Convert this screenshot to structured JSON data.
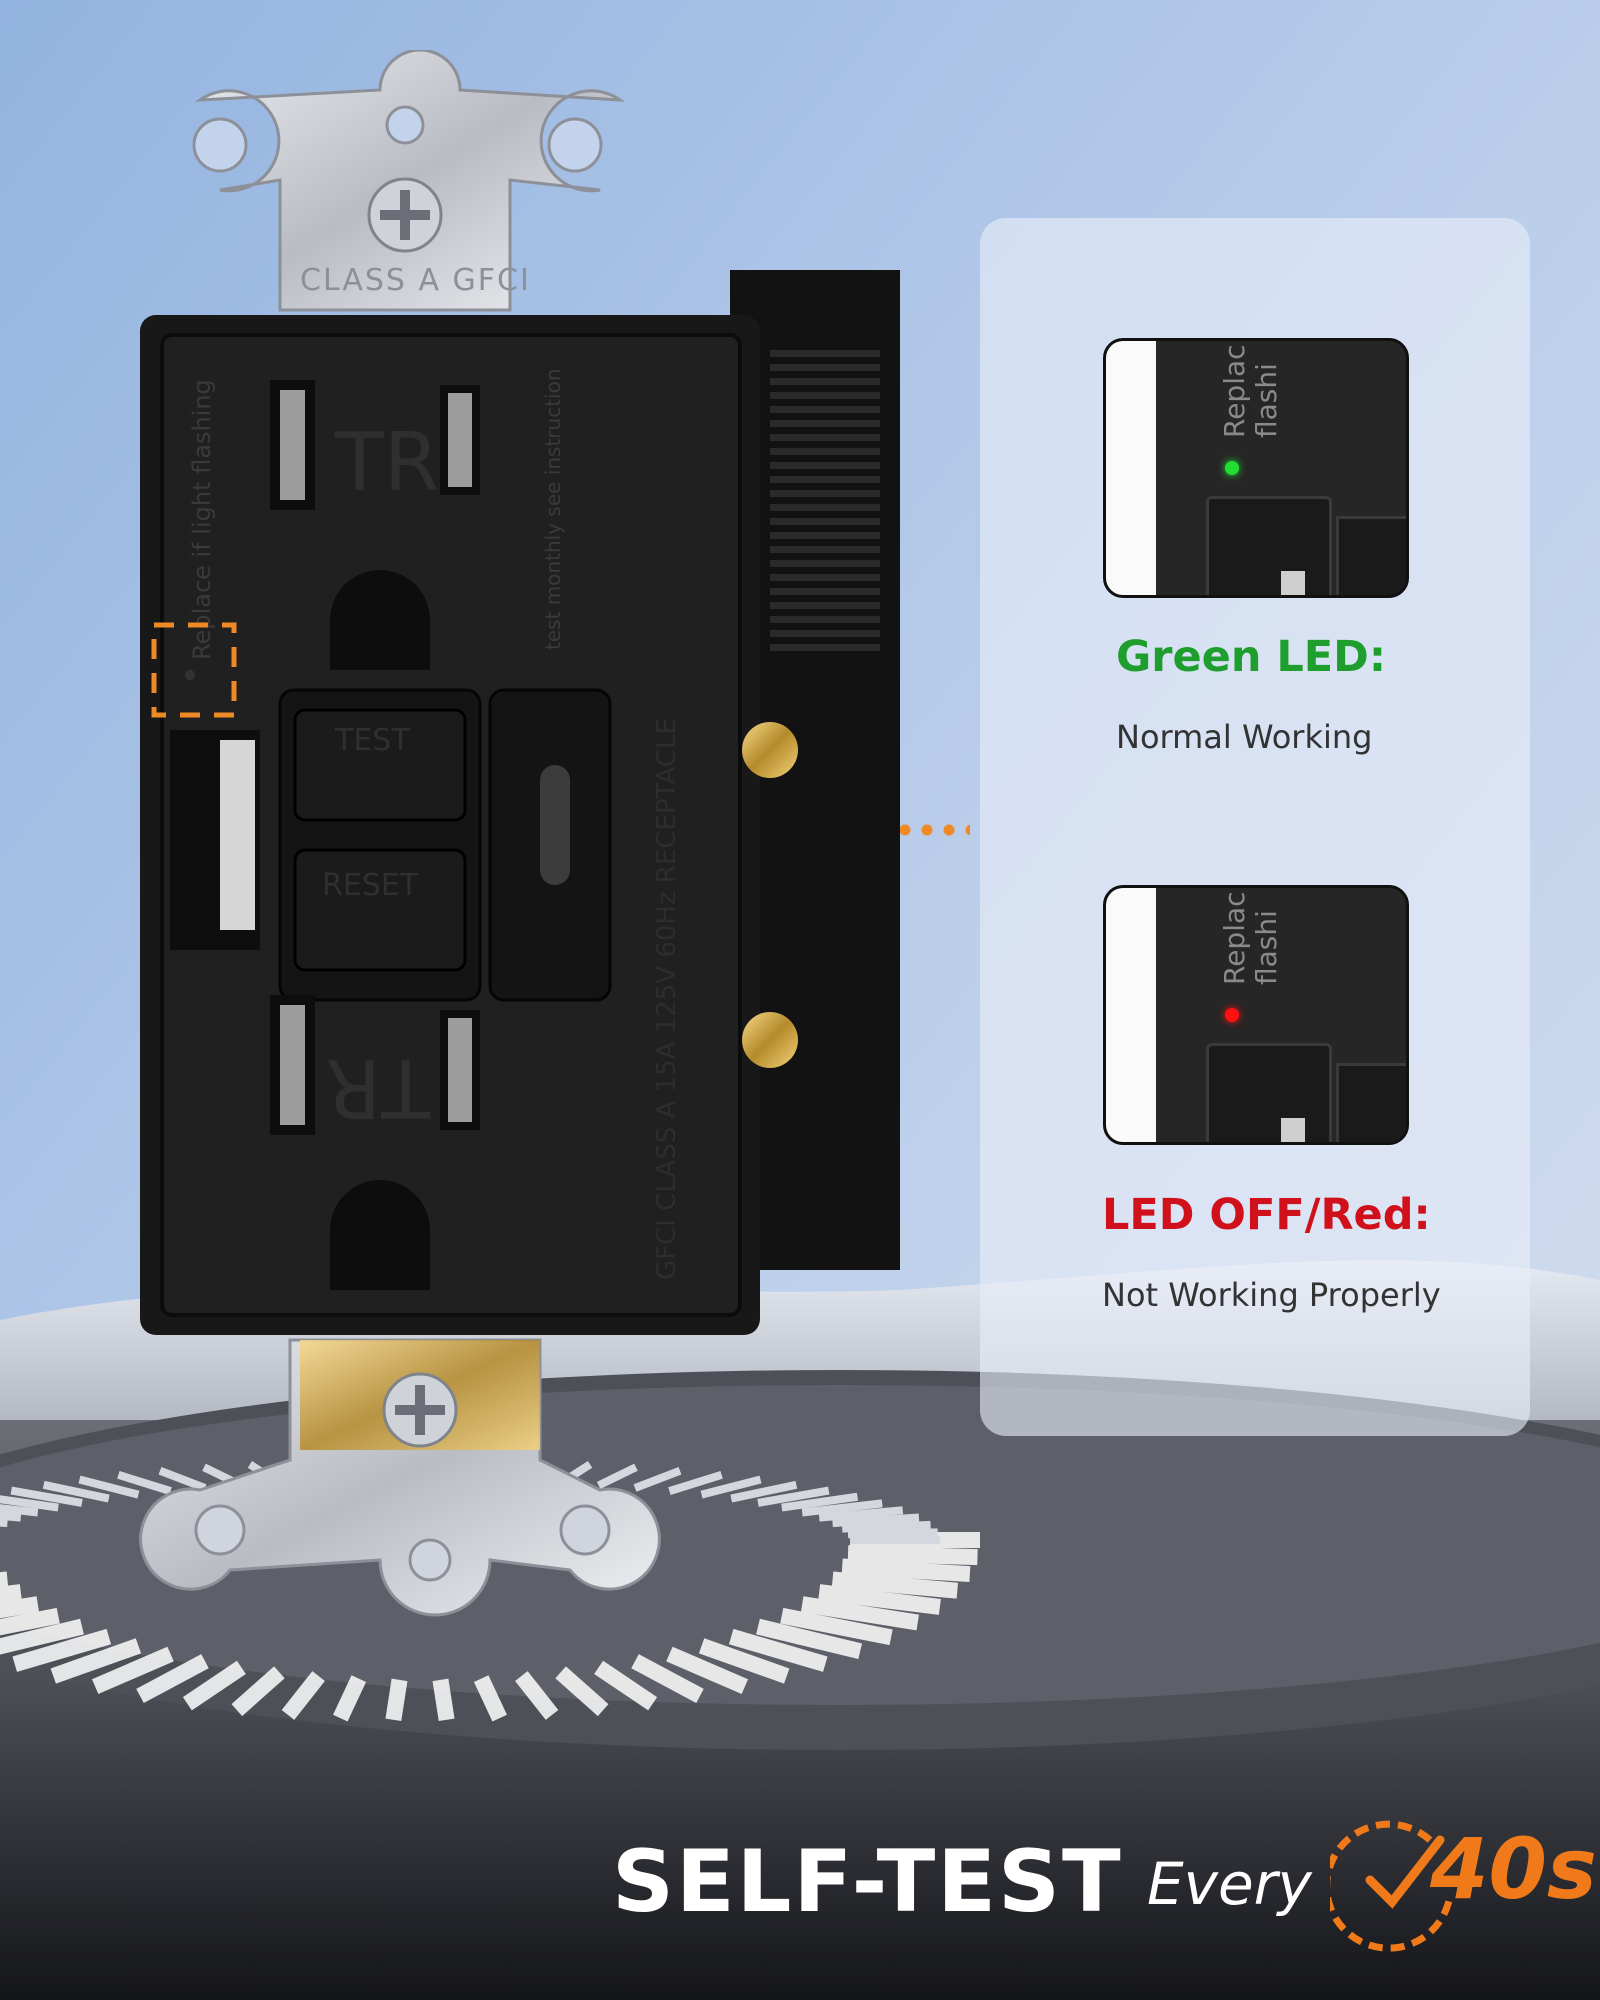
{
  "device": {
    "plate_text": "CLASS A GFCI",
    "outlet_top_label": "TR",
    "outlet_bottom_label": "TR",
    "test_button": "TEST",
    "reset_button": "RESET",
    "side_text_left": "Replace if light flashing",
    "side_text_right": "test monthly see instruction",
    "side_text_edge": "GFCI CLASS A 15A 125V 60Hz RECEPTACLE"
  },
  "panel": {
    "zoom_text_top": "Replac flashi",
    "zoom_text_bottom": "Replac flashi",
    "green": {
      "heading": "Green LED:",
      "desc": "Normal Working",
      "color": "#1e9e2d",
      "led_color": "#22dd33"
    },
    "red": {
      "heading": "LED OFF/Red:",
      "desc": "Not Working Properly",
      "color": "#d0101a",
      "led_color": "#ff1111"
    }
  },
  "headline": {
    "main": "SELF-TEST",
    "every": "Every",
    "interval": "40s",
    "accent": "#f07a1a"
  },
  "colors": {
    "outline_orange": "#f08a24"
  }
}
